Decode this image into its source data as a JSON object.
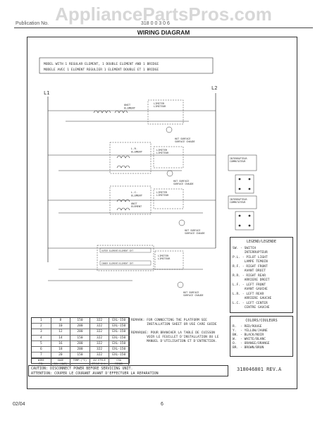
{
  "watermark": "AppliancePartsPros.com",
  "header": {
    "left": "Publication No.",
    "right": "318 0 0 3 0 6",
    "title": "WIRING DIAGRAM"
  },
  "model_banner": {
    "line1": "MODEL WITH 1 REGULAR ELEMENT, 1 DOUBLE ELEMENT AND 1 BRIDGE",
    "line2": "MODELE AVEC 1 ELEMENT REGULIER 1 ELEMENT DOUBLE ET 1 BRIDGE"
  },
  "bus": {
    "left": "L1",
    "right": "L2"
  },
  "components": {
    "unit1": "UNIT\nELEMENT",
    "unit2": "UNIT\nELEMENT",
    "unit3": "UNIT\nELEMENT",
    "limiter1": "LIMITER\nLIMITEUR",
    "limiter2": "LIMITER\nLIMITEUR",
    "limiter3": "LIMITER\nLIMITEUR",
    "limiter4": "LIMITER\nLIMITEUR",
    "lr_element": "L.R.\nELEMENT",
    "lc_element": "L.C.\nELEMENT",
    "outer_element": "OUTER ELEMENT/ELEMENT EXT",
    "inner_element": "INNER ELEMENT/ELEMENT INT",
    "hot_surface": "HOT SURFACE\nSURFACE CHAUDE"
  },
  "switch_box": {
    "title1": "INTERRUPTEUR\nCOMMUTATEUR",
    "title2": "INTERRUPTEUR\nCOMMUTATEUR"
  },
  "legend": {
    "title": "LEGEND/LEGENDE",
    "items": [
      "SW. - SWITCH\n      INTERRUPTEUR",
      "P.L. - PILOT LIGHT\n      LAMPE TEMOIN",
      "R.F. - RIGHT FRONT\n      AVANT DROIT",
      "R.R. - RIGHT REAR\n      ARRIERE DROIT",
      "L.F. - LEFT FRONT\n      AVANT GAUCHE",
      "L.R. - LEFT REAR\n      ARRIERE GAUCHE",
      "L.C. - LEFT CENTER\n      CENTRE GAUCHE"
    ]
  },
  "colors": {
    "title": "COLORS/COULEURS",
    "items": [
      "R.  - RED/ROUGE",
      "Y.  - YELLOW/JAUNE",
      "BK. - BLACK/NOIR",
      "W.  - WHITE/BLANC",
      "O.  - ORANGE/ORANGE",
      "BR. - BROWN/BRUN"
    ]
  },
  "remark": {
    "en": "REMARK: FOR CONNECTING THE PLATFORM SEE\n        INSTALLATION SHEET OR USE CARE GUIDE",
    "fr": "REMARQUE: POUR BRANCHER LA TABLE DE CUISSON\n        VOIR LE FEUILLET D'INSTALLATION OU LE\n        MANUEL D'UTILISATION ET D'ENTRETIEN."
  },
  "wire_table": {
    "rows": [
      [
        "1",
        "8",
        "150",
        "322",
        "EXL-150"
      ],
      [
        "2",
        "10",
        "200",
        "322",
        "EXL-150"
      ],
      [
        "3",
        "12",
        "200",
        "322",
        "EXL-150"
      ],
      [
        "4",
        "14",
        "150",
        "322",
        "EXL-150"
      ],
      [
        "5",
        "16",
        "200",
        "322",
        "EXL-150"
      ],
      [
        "6",
        "18",
        "200",
        "322",
        "EXL-150"
      ],
      [
        "7",
        "20",
        "150",
        "322",
        "EXL-150"
      ]
    ],
    "footer": [
      "WIRE\nFIL",
      "GAGE\nCAL.(AWG)",
      "TEMP.(°C)",
      "AV.STYLE\nSTYLE U.L.",
      "CSA\nMINOR"
    ]
  },
  "caution": {
    "en": "CAUTION:  DISCONNECT POWER BEFORE SERVICING UNIT.",
    "fr": "ATTENTION: COUPER LE COURANT AVANT D'EFFECTUER LA REPARATION"
  },
  "part_number": "318046801 REV.A",
  "footer": {
    "date": "02/04",
    "page": "6"
  }
}
